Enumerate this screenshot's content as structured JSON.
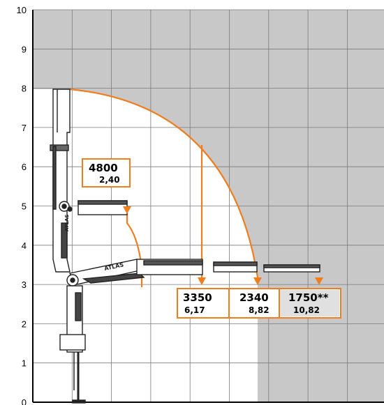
{
  "chart_data": {
    "type": "diagram",
    "y_axis_ticks": [
      "0",
      "1",
      "2",
      "3",
      "4",
      "5",
      "6",
      "7",
      "8",
      "9",
      "10"
    ],
    "y_range": [
      0,
      10
    ],
    "grid": true,
    "crane_brand": "ATLAS",
    "load_labels": [
      {
        "load": "4800",
        "reach": "2,40"
      },
      {
        "load": "3350",
        "reach": "6,17"
      },
      {
        "load": "2340",
        "reach": "8,82"
      },
      {
        "load": "1750**",
        "reach": "10,82"
      }
    ],
    "colors": {
      "background": "#c8c8c8",
      "working_area": "#ffffff",
      "grid": "#7a7a7a",
      "accent": "#f07d1e",
      "label_box_highlight": "#e0e0e0"
    }
  }
}
